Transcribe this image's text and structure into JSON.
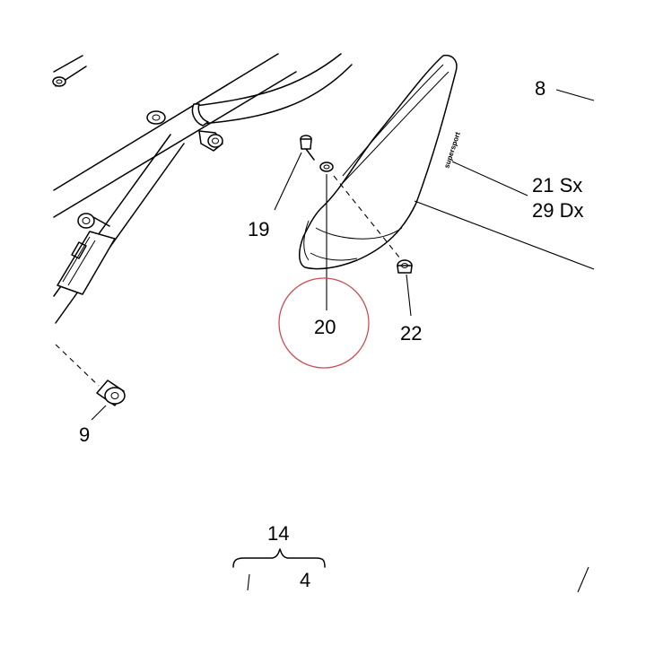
{
  "callouts": {
    "c8": "8",
    "c19": "19",
    "c20": "20",
    "c21": "21 Sx",
    "c29": "29 Dx",
    "c22": "22",
    "c9": "9",
    "c14": "14",
    "c4": "4"
  },
  "decal_text": "supersport",
  "highlighted_part": "20",
  "colors": {
    "line": "#000000",
    "background": "#ffffff",
    "highlight_circle": "#d04b55"
  }
}
